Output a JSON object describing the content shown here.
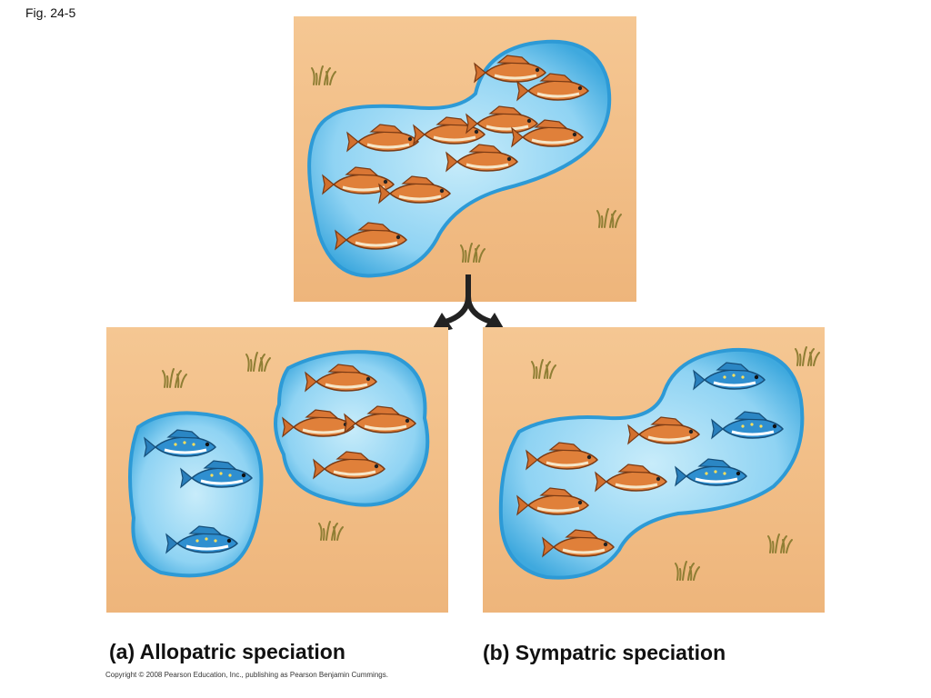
{
  "figure": {
    "label": "Fig. 24-5",
    "caption_a": "(a) Allopatric speciation",
    "caption_b": "(b) Sympatric speciation",
    "copyright": "Copyright © 2008 Pearson Education, Inc., publishing as Pearson Benjamin Cummings."
  },
  "colors": {
    "sand": "#f2bc84",
    "water": "#45b6e6",
    "water_light": "#bfe8f8",
    "orange_fish": "#e0803a",
    "blue_fish": "#2f8fd0",
    "grass": "#9a8a3a",
    "arrow": "#222222"
  },
  "icons": [
    "orange-fish-icon",
    "blue-fish-icon",
    "grass-tuft-icon",
    "split-arrow-icon"
  ]
}
